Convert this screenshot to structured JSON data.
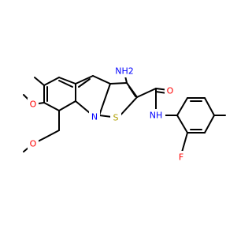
{
  "molecule": {
    "atoms": [
      {
        "id": "NH2",
        "text": "NH2",
        "label_color": "#0000ff"
      },
      {
        "id": "O",
        "text": "O",
        "label_color": "#ff0000"
      },
      {
        "id": "NH",
        "text": "NH",
        "label_color": "#0000ff"
      },
      {
        "id": "Npy",
        "text": "N",
        "label_color": "#0000ff"
      },
      {
        "id": "S",
        "text": "S",
        "label_color": "#b0a000"
      },
      {
        "id": "F",
        "text": "F",
        "label_color": "#ff0000"
      },
      {
        "id": "O1",
        "text": "O",
        "label_color": "#ff0000"
      },
      {
        "id": "O2",
        "text": "O",
        "label_color": "#ff0000"
      }
    ]
  }
}
